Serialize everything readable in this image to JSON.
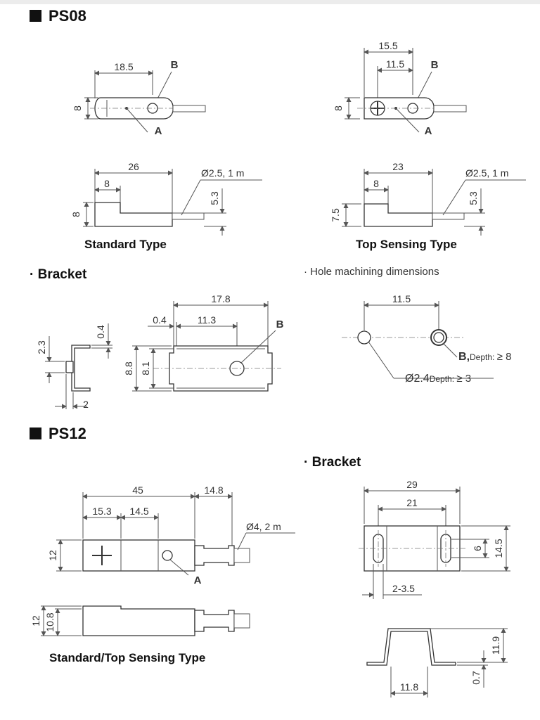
{
  "ps08": {
    "title": "PS08",
    "standard": {
      "caption": "Standard Type",
      "top": {
        "dim_len": "18.5",
        "dim_h": "8",
        "label_b": "B",
        "label_a": "A"
      },
      "side": {
        "dim_len": "26",
        "dim_step": "8",
        "dim_h": "8",
        "dim_h2": "5.3",
        "cable": "Ø2.5, 1 m"
      }
    },
    "top_sensing": {
      "caption": "Top Sensing Type",
      "top": {
        "dim_len": "15.5",
        "dim_inner": "11.5",
        "dim_h": "8",
        "label_b": "B",
        "label_a": "A"
      },
      "side": {
        "dim_len": "23",
        "dim_step": "8",
        "dim_h": "7.5",
        "dim_h2": "5.3",
        "cable": "Ø2.5, 1 m"
      }
    },
    "bracket": {
      "title": "Bracket",
      "side": {
        "dim_h": "2.3",
        "dim_t": "0.4",
        "dim_w": "2"
      },
      "front": {
        "dim_total": "17.8",
        "dim_offset": "0.4",
        "dim_mid": "11.3",
        "dim_h1": "8.8",
        "dim_h2": "8.1",
        "label_b": "B"
      }
    },
    "holes": {
      "title": "Hole machining dimensions",
      "dim_spacing": "11.5",
      "hole_b": "B",
      "depth_b_label": "Depth: ",
      "depth_b_val": "≥ 8",
      "hole_dia": "Ø2.4",
      "depth_dia_label": "Depth: ",
      "depth_dia_val": "≥ 3"
    }
  },
  "ps12": {
    "title": "PS12",
    "caption": "Standard/Top Sensing Type",
    "top": {
      "dim_total": "45",
      "dim_a": "15.3",
      "dim_b": "14.5",
      "dim_cable": "14.8",
      "dim_h": "12",
      "cable": "Ø4, 2 m",
      "label_a": "A"
    },
    "side": {
      "dim_h1": "12",
      "dim_h2": "10.8"
    },
    "bracket": {
      "title": "Bracket",
      "top": {
        "dim_total": "29",
        "dim_inner": "21",
        "dim_h": "14.5",
        "dim_slot": "6",
        "dim_hole": "2-3.5"
      },
      "side": {
        "dim_h": "11.9",
        "dim_t": "0.7",
        "dim_w": "11.8"
      }
    }
  }
}
